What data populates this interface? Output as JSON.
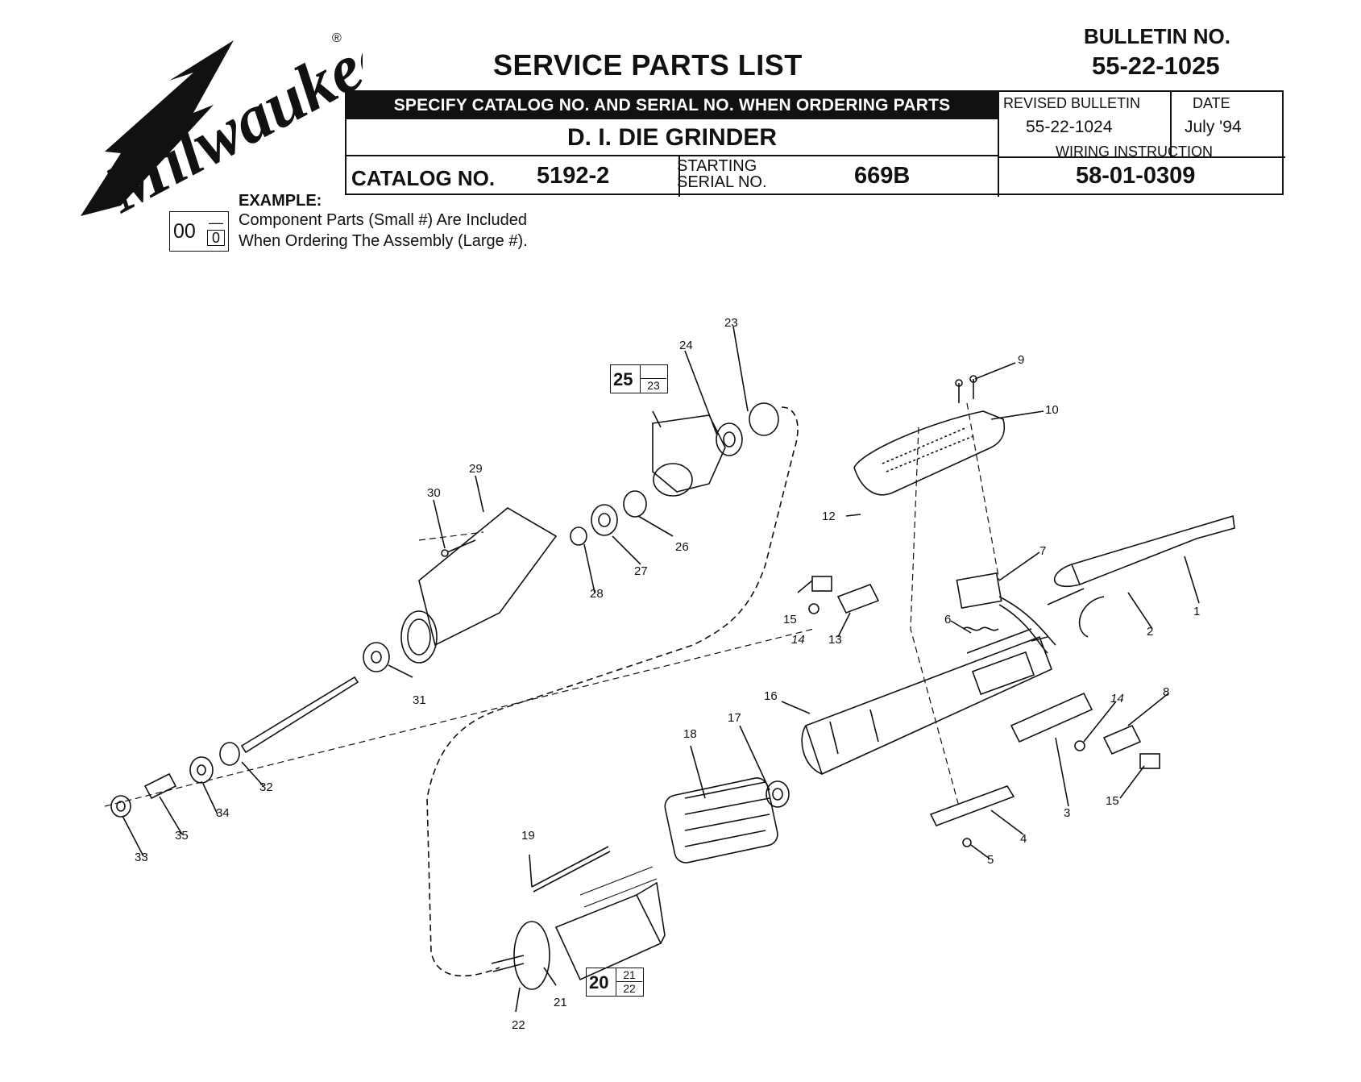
{
  "header": {
    "brand": "Milwaukee",
    "registered": "®",
    "title": "SERVICE PARTS LIST",
    "bulletin_label": "BULLETIN NO.",
    "bulletin_no": "55-22-1025",
    "banner": "SPECIFY CATALOG NO. AND SERIAL NO. WHEN ORDERING PARTS",
    "product": "D. I. DIE GRINDER",
    "catalog_label": "CATALOG NO.",
    "catalog_no": "5192-2",
    "starting_label": "STARTING",
    "serial_label": "SERIAL NO.",
    "serial_no": "669B",
    "revised_label": "REVISED BULLETIN",
    "revised_no": "55-22-1024",
    "date_label": "DATE",
    "date_value": "July '94",
    "wiring_label": "WIRING INSTRUCTION",
    "wiring_no": "58-01-0309"
  },
  "example": {
    "label": "EXAMPLE:",
    "big": "00",
    "small_top": "—",
    "small_bottom": "0",
    "line1": "Component Parts (Small #) Are Included",
    "line2": "When Ordering The Assembly (Large #)."
  },
  "assemblies": [
    {
      "big": "25",
      "top": "",
      "bottom": "23"
    },
    {
      "big": "20",
      "top": "21",
      "bottom": "22"
    }
  ],
  "part_labels": [
    "1",
    "2",
    "3",
    "4",
    "5",
    "6",
    "7",
    "8",
    "9",
    "10",
    "12",
    "13",
    "14",
    "14",
    "15",
    "15",
    "16",
    "17",
    "18",
    "19",
    "21",
    "22",
    "23",
    "24",
    "26",
    "27",
    "28",
    "29",
    "30",
    "31",
    "32",
    "33",
    "34",
    "35"
  ]
}
